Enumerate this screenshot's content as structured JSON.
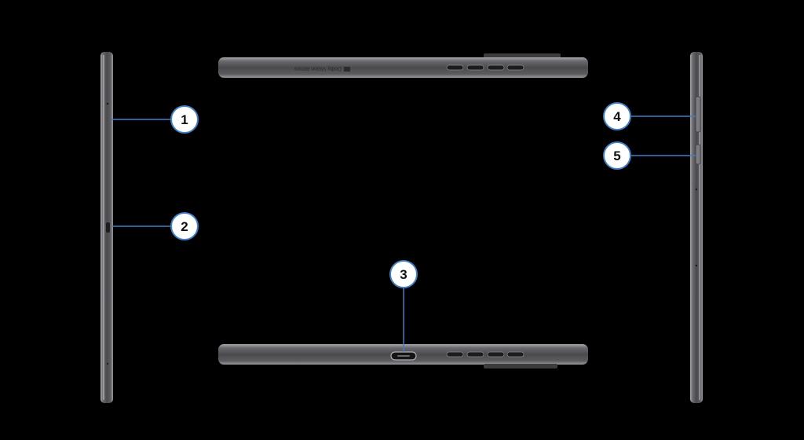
{
  "colors": {
    "background": "#000000",
    "device_body": "#4b4b4d",
    "device_edge": "#8e8e92",
    "device_highlight": "#b8b8bc",
    "callout_line": "#3f7fc4",
    "callout_fill": "#ffffff",
    "callout_stroke": "#3f7fc4"
  },
  "views": {
    "top_edge": {
      "logo_text": "Dolby Vision Atmos",
      "logo_icon": "dolby-logo-icon"
    }
  },
  "callouts": [
    {
      "number": "1",
      "target": "microphone-hole"
    },
    {
      "number": "2",
      "target": "microsd-card-slot"
    },
    {
      "number": "3",
      "target": "usb-c-port"
    },
    {
      "number": "4",
      "target": "volume-button"
    },
    {
      "number": "5",
      "target": "power-button"
    }
  ]
}
